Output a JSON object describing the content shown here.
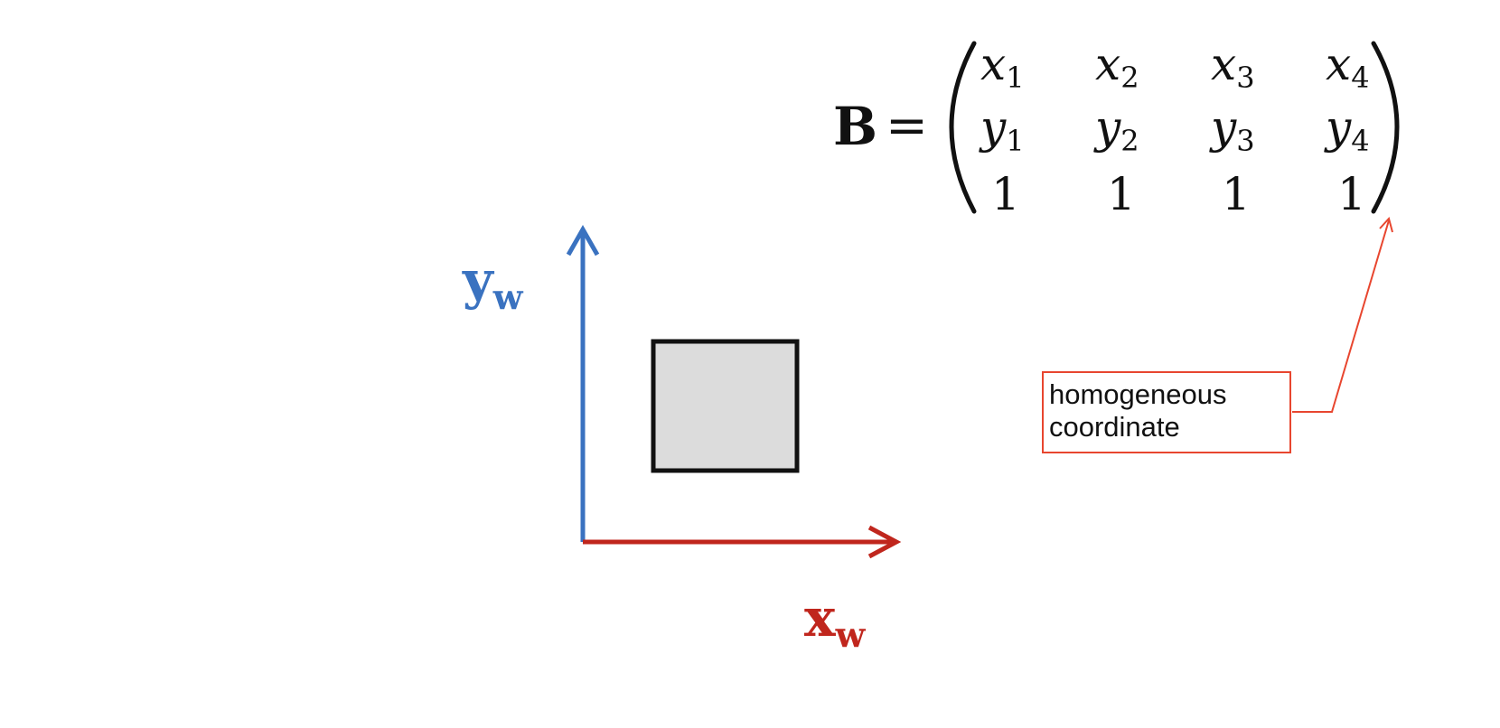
{
  "colors": {
    "y_axis": "#3a72c0",
    "x_axis": "#c0261d",
    "box_fill": "#dcdcdc",
    "box_stroke": "#111111",
    "callout": "#e8462f"
  },
  "matrix": {
    "name": "B",
    "equals": "=",
    "rows": [
      [
        {
          "base": "x",
          "sub": "1"
        },
        {
          "base": "x",
          "sub": "2"
        },
        {
          "base": "x",
          "sub": "3"
        },
        {
          "base": "x",
          "sub": "4"
        }
      ],
      [
        {
          "base": "y",
          "sub": "1"
        },
        {
          "base": "y",
          "sub": "2"
        },
        {
          "base": "y",
          "sub": "3"
        },
        {
          "base": "y",
          "sub": "4"
        }
      ],
      [
        {
          "base": "1",
          "sub": ""
        },
        {
          "base": "1",
          "sub": ""
        },
        {
          "base": "1",
          "sub": ""
        },
        {
          "base": "1",
          "sub": ""
        }
      ]
    ]
  },
  "axes": {
    "y_label": {
      "base": "y",
      "sub": "w"
    },
    "x_label": {
      "base": "x",
      "sub": "w"
    }
  },
  "callout": {
    "line1": "homogeneous",
    "line2": "coordinate"
  }
}
